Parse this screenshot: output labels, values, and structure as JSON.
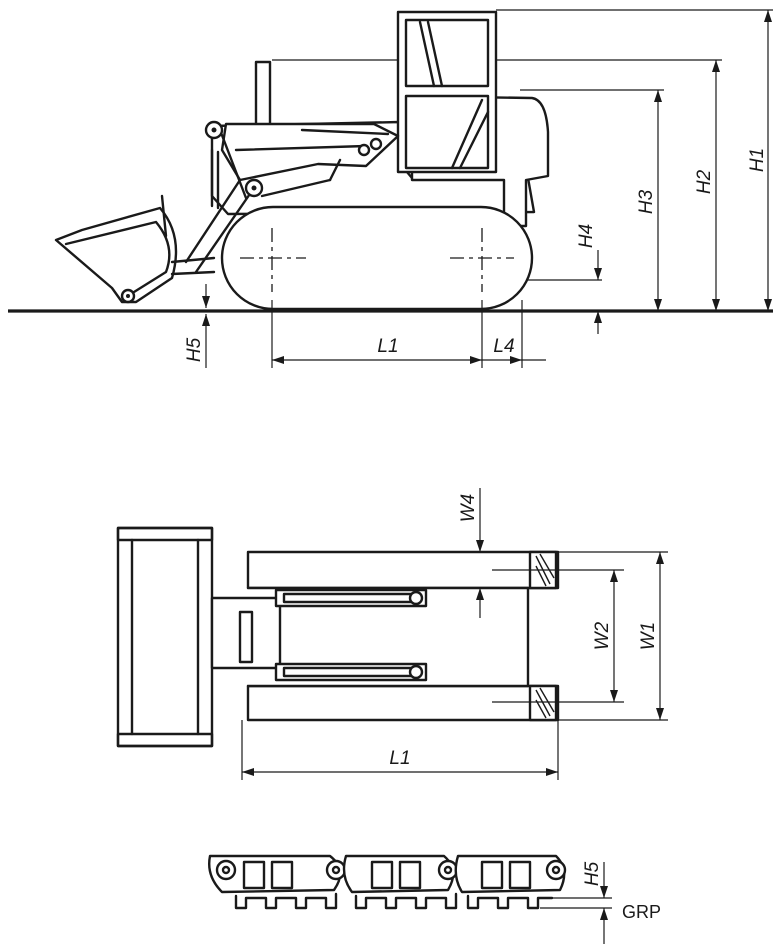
{
  "side_view": {
    "labels": {
      "h1": "H1",
      "h2": "H2",
      "h3": "H3",
      "h4": "H4",
      "h5": "H5",
      "l1": "L1",
      "l4": "L4"
    }
  },
  "top_view": {
    "labels": {
      "w1": "W1",
      "w2": "W2",
      "w4": "W4",
      "l1": "L1"
    }
  },
  "track_detail": {
    "labels": {
      "h5": "H5",
      "grp": "GRP"
    }
  }
}
